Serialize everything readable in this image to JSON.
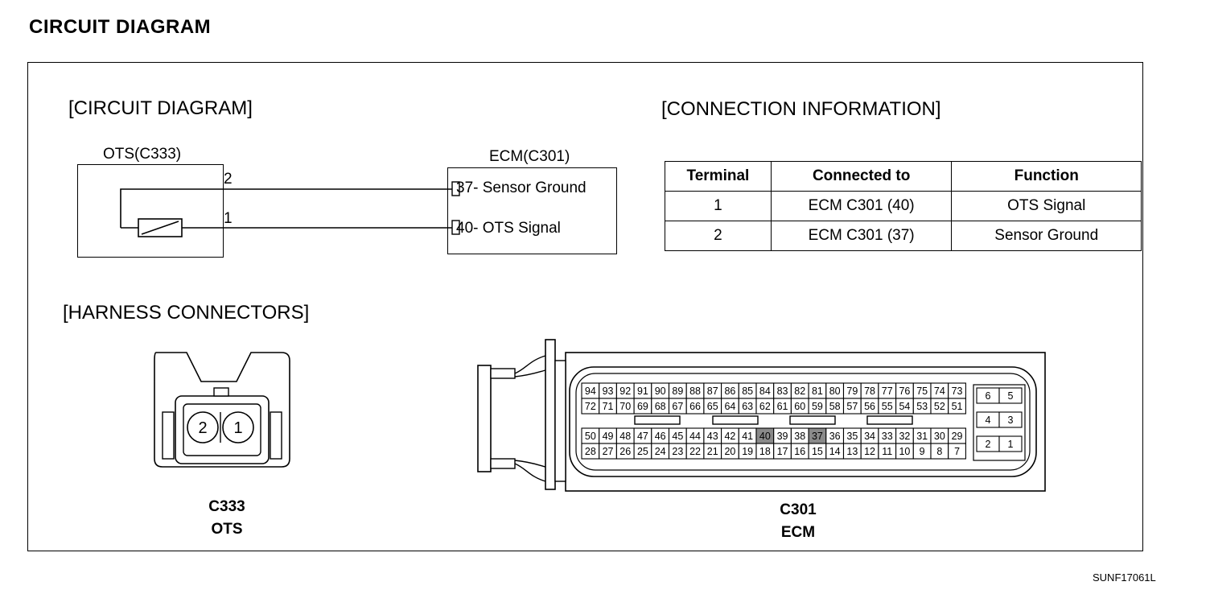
{
  "page_title": "CIRCUIT  DIAGRAM",
  "sections": {
    "circuit": "[CIRCUIT DIAGRAM]",
    "connection": "[CONNECTION INFORMATION]",
    "harness": "[HARNESS CONNECTORS]"
  },
  "circuit": {
    "ots_label": "OTS(C333)",
    "ecm_label": "ECM(C301)",
    "wires": [
      {
        "ots_pin": "2",
        "ecm_pin": "37",
        "ecm_text": "- Sensor Ground"
      },
      {
        "ots_pin": "1",
        "ecm_pin": "40",
        "ecm_text": "- OTS Signal"
      }
    ]
  },
  "connection_table": {
    "headers": [
      "Terminal",
      "Connected to",
      "Function"
    ],
    "rows": [
      [
        "1",
        "ECM C301 (40)",
        "OTS Signal"
      ],
      [
        "2",
        "ECM C301 (37)",
        "Sensor Ground"
      ]
    ]
  },
  "ots_connector": {
    "pins": [
      "2",
      "1"
    ],
    "caption_line1": "C333",
    "caption_line2": "OTS"
  },
  "ecm_connector": {
    "caption_line1": "C301",
    "caption_line2": "ECM",
    "upper_block": [
      [
        "94",
        "93",
        "92",
        "91",
        "90",
        "89",
        "88",
        "87",
        "86",
        "85",
        "84",
        "83",
        "82",
        "81",
        "80",
        "79",
        "78",
        "77",
        "76",
        "75",
        "74",
        "73"
      ],
      [
        "72",
        "71",
        "70",
        "69",
        "68",
        "67",
        "66",
        "65",
        "64",
        "63",
        "62",
        "61",
        "60",
        "59",
        "58",
        "57",
        "56",
        "55",
        "54",
        "53",
        "52",
        "51"
      ]
    ],
    "lower_block": [
      [
        "50",
        "49",
        "48",
        "47",
        "46",
        "45",
        "44",
        "43",
        "42",
        "41",
        "40",
        "39",
        "38",
        "37",
        "36",
        "35",
        "34",
        "33",
        "32",
        "31",
        "30",
        "29"
      ],
      [
        "28",
        "27",
        "26",
        "25",
        "24",
        "23",
        "22",
        "21",
        "20",
        "19",
        "18",
        "17",
        "16",
        "15",
        "14",
        "13",
        "12",
        "11",
        "10",
        "9",
        "8",
        "7"
      ]
    ],
    "side_block": [
      [
        "6",
        "5"
      ],
      [
        "4",
        "3"
      ],
      [
        "2",
        "1"
      ]
    ],
    "highlighted_pins": [
      "40",
      "37"
    ]
  },
  "figure_id": "SUNF17061L"
}
